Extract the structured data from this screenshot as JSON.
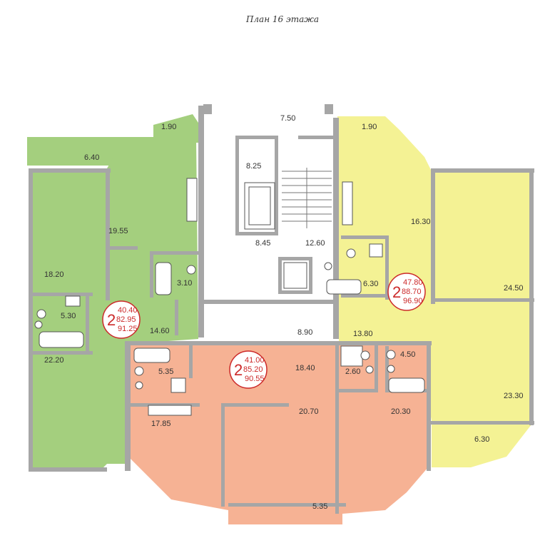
{
  "title": "План 16 этажа",
  "colors": {
    "green": "#a4cf7e",
    "yellow": "#f4f294",
    "orange": "#f6b294",
    "wall": "#a6a6a6",
    "badge": "#cc2a2a"
  },
  "apartments": [
    {
      "id": "green",
      "rooms": "2",
      "areas": [
        "40.40",
        "82.95",
        "91.25"
      ]
    },
    {
      "id": "orange",
      "rooms": "2",
      "areas": [
        "41.00",
        "85.20",
        "90.55"
      ]
    },
    {
      "id": "yellow",
      "rooms": "2",
      "areas": [
        "47.80",
        "88.70",
        "96.90"
      ]
    }
  ],
  "room_labels": {
    "g_balcony_top": "1.90",
    "g_loggia": "6.40",
    "g_kitchen": "19.55",
    "g_room": "18.20",
    "g_bath": "3.10",
    "g_wc": "5.30",
    "g_hall": "14.60",
    "g_room2": "22.20",
    "c_lobby_top": "7.50",
    "c_lift_hall": "8.25",
    "c_stair": "8.45",
    "c_corridor": "12.60",
    "c_corridor2": "8.90",
    "y_balcony_top": "1.90",
    "y_kitchen": "16.30",
    "y_bath": "6.30",
    "y_room": "24.50",
    "y_hall": "13.80",
    "y_wc": "4.50",
    "y_room2": "23.30",
    "y_loggia": "6.30",
    "o_bath": "5.35",
    "o_hall": "18.40",
    "o_wc": "2.60",
    "o_kitchen": "17.85",
    "o_room": "20.70",
    "o_room2": "20.30",
    "o_loggia": "5.35"
  }
}
